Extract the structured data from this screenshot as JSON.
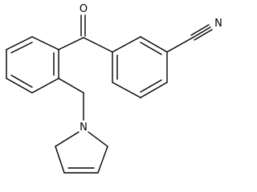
{
  "molecule": {
    "atoms": {
      "oxygen": "O",
      "nitrogen_nitrile": "N",
      "nitrogen_ring": "N"
    }
  },
  "colors": {
    "bond": "#000000",
    "background": "#ffffff"
  }
}
